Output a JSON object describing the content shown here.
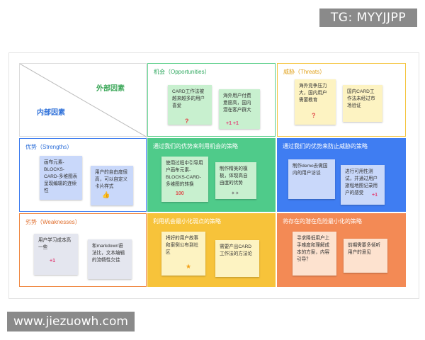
{
  "watermarks": {
    "top": "TG: MYYJJPP",
    "bottom": "www.jiezuowh.com"
  },
  "header": {
    "external": "外部因素",
    "internal": "内部因素"
  },
  "colors": {
    "opportunity": "#5bcf8a",
    "threat": "#f5c541",
    "strength": "#3e7df0",
    "weakness": "#f08a45",
    "so": "#4fcb8a",
    "st": "#3f7df2",
    "wo": "#f7c33a",
    "wt": "#f38a55"
  },
  "cells": {
    "opportunities": {
      "title": "机会（Opportunities）",
      "notes": [
        "CARD工作法被越来越多的用户喜爱",
        "海外用户付费意愿高，国内潜在客户群大"
      ]
    },
    "threats": {
      "title": "威胁（Threats）",
      "notes": [
        "海外竞争压力大，国内用户需要教育",
        "国内CARD工作法未经过市场验证"
      ]
    },
    "strengths": {
      "title": "优势（Strengths）",
      "notes": [
        "画布元素-BLOCKS-CARD-多维图表呈现编辑的连续性",
        "用户的自由度很高，可以自定义卡片样式"
      ]
    },
    "weaknesses": {
      "title": "劣势（Weaknesses）",
      "notes": [
        "用户学习成本高一些",
        "和markdown语法比，文本编辑的流畅性欠佳"
      ]
    },
    "so": {
      "title": "通过我们的优势来利用机会的策略",
      "notes": [
        "使用过程中引导用户画布元素-BLOCKS-CARD-多维图的转换",
        "制作精美的模板，体现高自由度的优势"
      ]
    },
    "st": {
      "title": "通过我们的优势来防止威胁的策略",
      "notes": [
        "制作demo去做国内的用户访谈",
        "进行可用性测试，并通过用户旅程地图记录用户的感受"
      ]
    },
    "wo": {
      "title": "利用机会最小化弱点的策略",
      "notes": [
        "将好的用户故事和案例公布到社区",
        "需要产出CARD工作法的方法论"
      ]
    },
    "wt": {
      "title": "将存在的潜在危险最小化的策略",
      "notes": [
        "寻求降低用户上手难度和理解成本的方案，内容引导？",
        "前期需要多倾听用户的意见"
      ]
    }
  }
}
